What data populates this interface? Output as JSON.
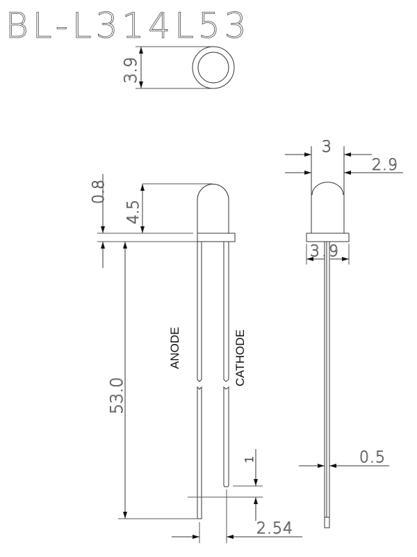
{
  "title": "BL-L314L53",
  "dimensions": {
    "top_diameter": "3.9",
    "flange_thickness": "0.8",
    "lens_height": "4.5",
    "lead_length": "53.0",
    "lead_step": "1",
    "lead_spacing": "2.54",
    "lens_width": "3",
    "lens_inner_width": "2.9",
    "flange_width": "3.9",
    "lead_width": "0.5"
  },
  "labels": {
    "anode": "ANODE",
    "cathode": "CATHODE"
  }
}
